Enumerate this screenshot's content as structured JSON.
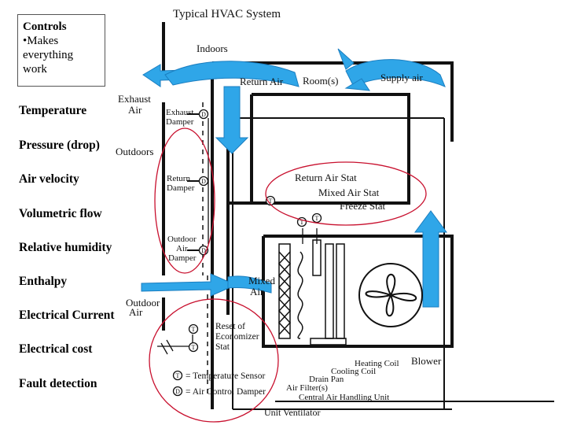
{
  "controls_box": {
    "title": "Controls",
    "line1": "•Makes",
    "line2": "everything",
    "line3": "work"
  },
  "list_items": [
    "Temperature",
    "Pressure (drop)",
    "Air velocity",
    "Volumetric flow",
    "Relative humidity",
    "Enthalpy",
    "Electrical Current",
    "Electrical cost",
    "Fault detection"
  ],
  "diagram": {
    "title": "Typical HVAC System",
    "indoors": "Indoors",
    "return_air": "Return Air",
    "rooms": "Room(s)",
    "supply_air": "Supply air",
    "exhaust_air_1": "Exhaust",
    "exhaust_air_2": "Air",
    "exhaust_damper_1": "Exhaust",
    "exhaust_damper_2": "Damper",
    "outdoors": "Outdoors",
    "return_damper_1": "Return",
    "return_damper_2": "Damper",
    "outdoor_air_damper_1": "Outdoor",
    "outdoor_air_damper_2": "Air",
    "outdoor_air_damper_3": "Damper",
    "return_air_stat": "Return Air Stat",
    "mixed_air_stat": "Mixed Air Stat",
    "freeze_stat": "Freeze Stat",
    "mixed_air_1": "Mixed",
    "mixed_air_2": "Air",
    "outdoor_air_1": "Outdoor",
    "outdoor_air_2": "Air",
    "reset_economizer_1": "Reset of",
    "reset_economizer_2": "Economizer",
    "reset_economizer_3": "Stat",
    "heating_coil": "Heating Coil",
    "cooling_coil": "Cooling Coil",
    "blower": "Blower",
    "drain_pan": "Drain Pan",
    "air_filters": "Air Filter(s)",
    "central_ahu": "Central Air Handling Unit",
    "unit_ventilator": "Unit Ventilator",
    "legend_t": "= Temperature Sensor",
    "legend_d": "= Air Control Damper",
    "sym_t": "T",
    "sym_d": "D"
  },
  "colors": {
    "arrow": "#2fa6e8",
    "circle": "#c8102e",
    "line": "#111111"
  }
}
